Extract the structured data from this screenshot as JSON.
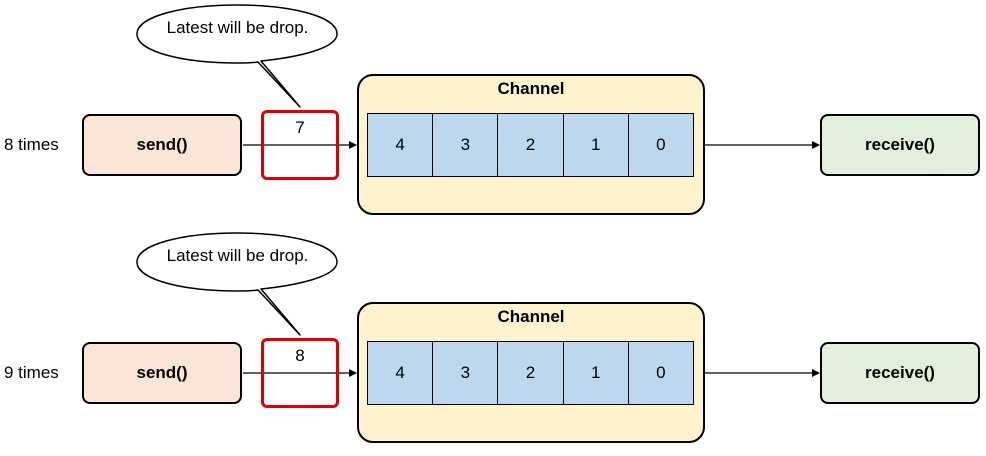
{
  "rows": [
    {
      "times_label": "8 times",
      "send_label": "send()",
      "incoming_value": "7",
      "callout": "Latest will be drop.",
      "channel_title": "Channel",
      "buffer": [
        "4",
        "3",
        "2",
        "1",
        "0"
      ],
      "receive_label": "receive()"
    },
    {
      "times_label": "9 times",
      "send_label": "send()",
      "incoming_value": "8",
      "callout": "Latest will be drop.",
      "channel_title": "Channel",
      "buffer": [
        "4",
        "3",
        "2",
        "1",
        "0"
      ],
      "receive_label": "receive()"
    }
  ],
  "colors": {
    "send_fill": "#fbe5d6",
    "channel_fill": "#fff2cc",
    "slot_fill": "#bdd7ee",
    "receive_fill": "#e2efda",
    "highlight_border": "#e00000"
  }
}
